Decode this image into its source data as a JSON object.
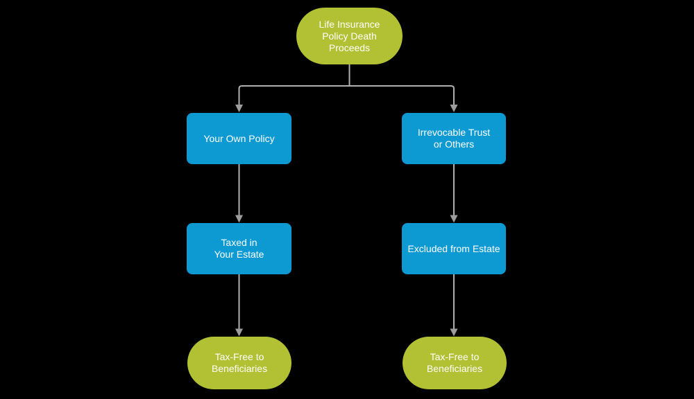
{
  "diagram": {
    "type": "flowchart",
    "nodes": [
      {
        "id": "root",
        "type": "terminator",
        "label": "Life Insurance\nPolicy Death\nProceeds"
      },
      {
        "id": "your-own-policy",
        "type": "process",
        "label": "Your Own Policy"
      },
      {
        "id": "irrevocable-trust",
        "type": "process",
        "label": "Irrevocable Trust\nor Others"
      },
      {
        "id": "taxed-in-your-estate",
        "type": "process",
        "label": "Taxed in\nYour Estate"
      },
      {
        "id": "excluded-from-estate",
        "type": "process",
        "label": "Excluded from Estate"
      },
      {
        "id": "tax-free-left",
        "type": "terminator",
        "label": "Tax-Free to\nBeneficiaries"
      },
      {
        "id": "tax-free-right",
        "type": "terminator",
        "label": "Tax-Free to\nBeneficiaries"
      }
    ],
    "edges": [
      {
        "from": "root",
        "to": "your-own-policy"
      },
      {
        "from": "root",
        "to": "irrevocable-trust"
      },
      {
        "from": "your-own-policy",
        "to": "taxed-in-your-estate"
      },
      {
        "from": "irrevocable-trust",
        "to": "excluded-from-estate"
      },
      {
        "from": "taxed-in-your-estate",
        "to": "tax-free-left"
      },
      {
        "from": "excluded-from-estate",
        "to": "tax-free-right"
      }
    ],
    "colors": {
      "terminator_fill": "#b2c034",
      "process_fill": "#0d9ad3",
      "text": "#ffffff",
      "connector": "#b1b1b1",
      "arrowhead": "#9d9d9d",
      "background": "#000000"
    }
  }
}
